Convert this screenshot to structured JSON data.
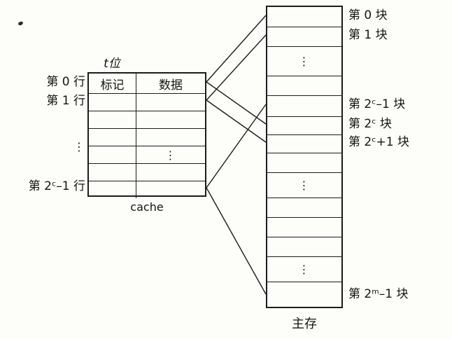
{
  "cache": {
    "bits_label": "t位",
    "header": {
      "tag": "标记",
      "data": "数据"
    },
    "row_labels": {
      "row0": "第 0 行",
      "row1": "第 1 行",
      "dots": "⋮",
      "row_last": "第 2ᶜ–1 行"
    },
    "dots": "⋮",
    "caption": "cache"
  },
  "memory": {
    "caption": "主存",
    "dots": "⋮",
    "labels": {
      "block0": "第 0 块",
      "block1": "第 1 块",
      "block_c_minus1": "第 2ᶜ–1 块",
      "block_c": "第 2ᶜ 块",
      "block_c_plus1": "第 2ᶜ+1 块",
      "block_last": "第 2ᵐ–1 块"
    }
  }
}
